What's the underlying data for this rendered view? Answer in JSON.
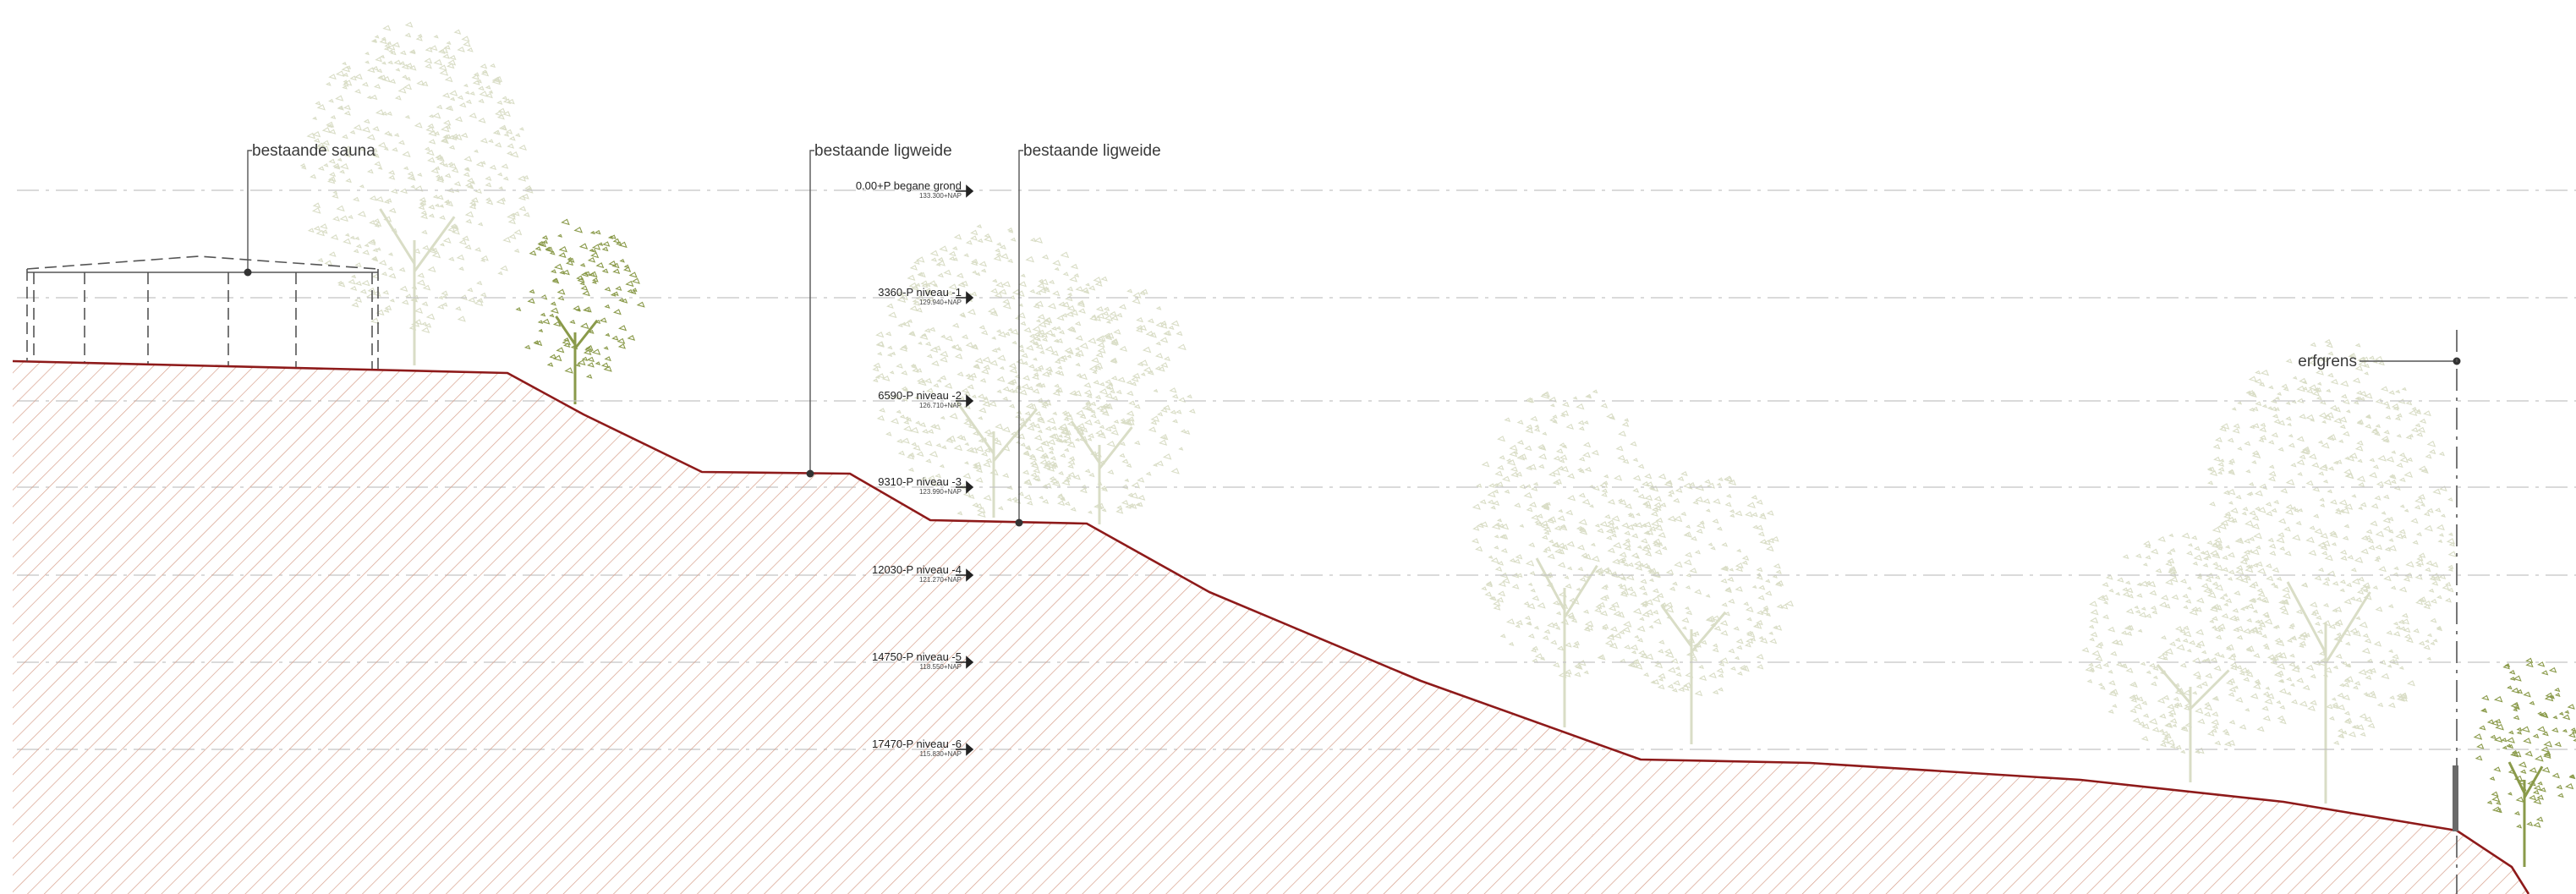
{
  "drawing": {
    "labels": {
      "sauna": "bestaande sauna",
      "ligweide_1": "bestaande ligweide",
      "ligweide_2": "bestaande ligweide",
      "erfgrens": "erfgrens"
    },
    "levels": [
      {
        "name": "0.00+P begane grond",
        "nap": "133.300+NAP"
      },
      {
        "name": "3360-P niveau -1",
        "nap": "129.940+NAP"
      },
      {
        "name": "6590-P niveau -2",
        "nap": "126.710+NAP"
      },
      {
        "name": "9310-P niveau -3",
        "nap": "123.990+NAP"
      },
      {
        "name": "12030-P niveau -4",
        "nap": "121.270+NAP"
      },
      {
        "name": "14750-P niveau -5",
        "nap": "118.550+NAP"
      },
      {
        "name": "17470-P niveau -6",
        "nap": "115.830+NAP"
      }
    ],
    "colors": {
      "terrain_line": "#8e1a1a",
      "hatch": "#d7a08c",
      "tree_light": "#d9ddc6",
      "tree_dark": "#8a9a4a",
      "level_line": "#c4c4c4",
      "leader": "#555555"
    }
  }
}
